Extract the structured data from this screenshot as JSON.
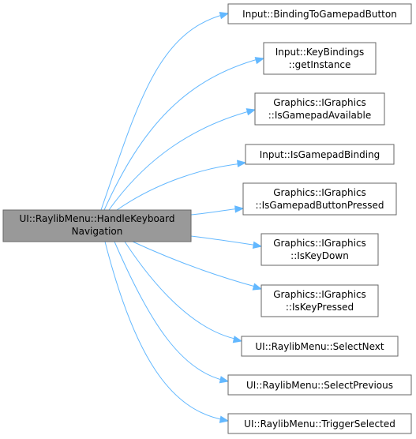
{
  "diagram": {
    "root": {
      "lines": [
        "UI::RaylibMenu::HandleKeyboard",
        "Navigation"
      ]
    },
    "callees": [
      {
        "lines": [
          "Input::BindingToGamepadButton"
        ]
      },
      {
        "lines": [
          "Input::KeyBindings",
          "::getInstance"
        ]
      },
      {
        "lines": [
          "Graphics::IGraphics",
          "::IsGamepadAvailable"
        ]
      },
      {
        "lines": [
          "Input::IsGamepadBinding"
        ]
      },
      {
        "lines": [
          "Graphics::IGraphics",
          "::IsGamepadButtonPressed"
        ]
      },
      {
        "lines": [
          "Graphics::IGraphics",
          "::IsKeyDown"
        ]
      },
      {
        "lines": [
          "Graphics::IGraphics",
          "::IsKeyPressed"
        ]
      },
      {
        "lines": [
          "UI::RaylibMenu::SelectNext"
        ]
      },
      {
        "lines": [
          "UI::RaylibMenu::SelectPrevious"
        ]
      },
      {
        "lines": [
          "UI::RaylibMenu::TriggerSelected"
        ]
      }
    ],
    "colors": {
      "edge": "#63b8ff",
      "root_fill": "#999999",
      "node_fill": "#ffffff",
      "border": "#666666"
    }
  }
}
